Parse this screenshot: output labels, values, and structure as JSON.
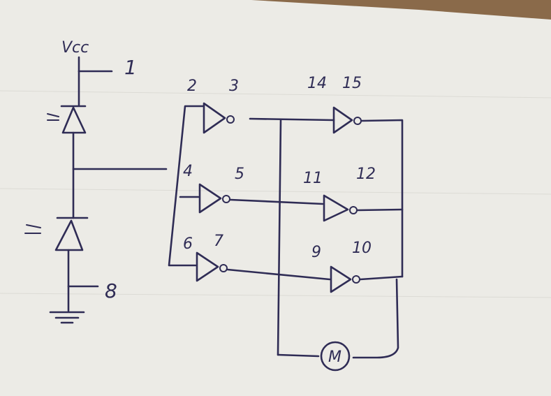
{
  "supply_label": "Vcc",
  "pins": {
    "p1": "1",
    "p2": "2",
    "p3": "3",
    "p4": "4",
    "p5": "5",
    "p6": "6",
    "p7": "7",
    "p8": "8",
    "p9": "9",
    "p10": "10",
    "p11": "11",
    "p12": "12",
    "p14": "14",
    "p15": "15"
  },
  "motor_label": "M",
  "colors": {
    "ink": "#2f2c55",
    "paper": "#ecebe6",
    "wood": "#8a6a4a"
  }
}
